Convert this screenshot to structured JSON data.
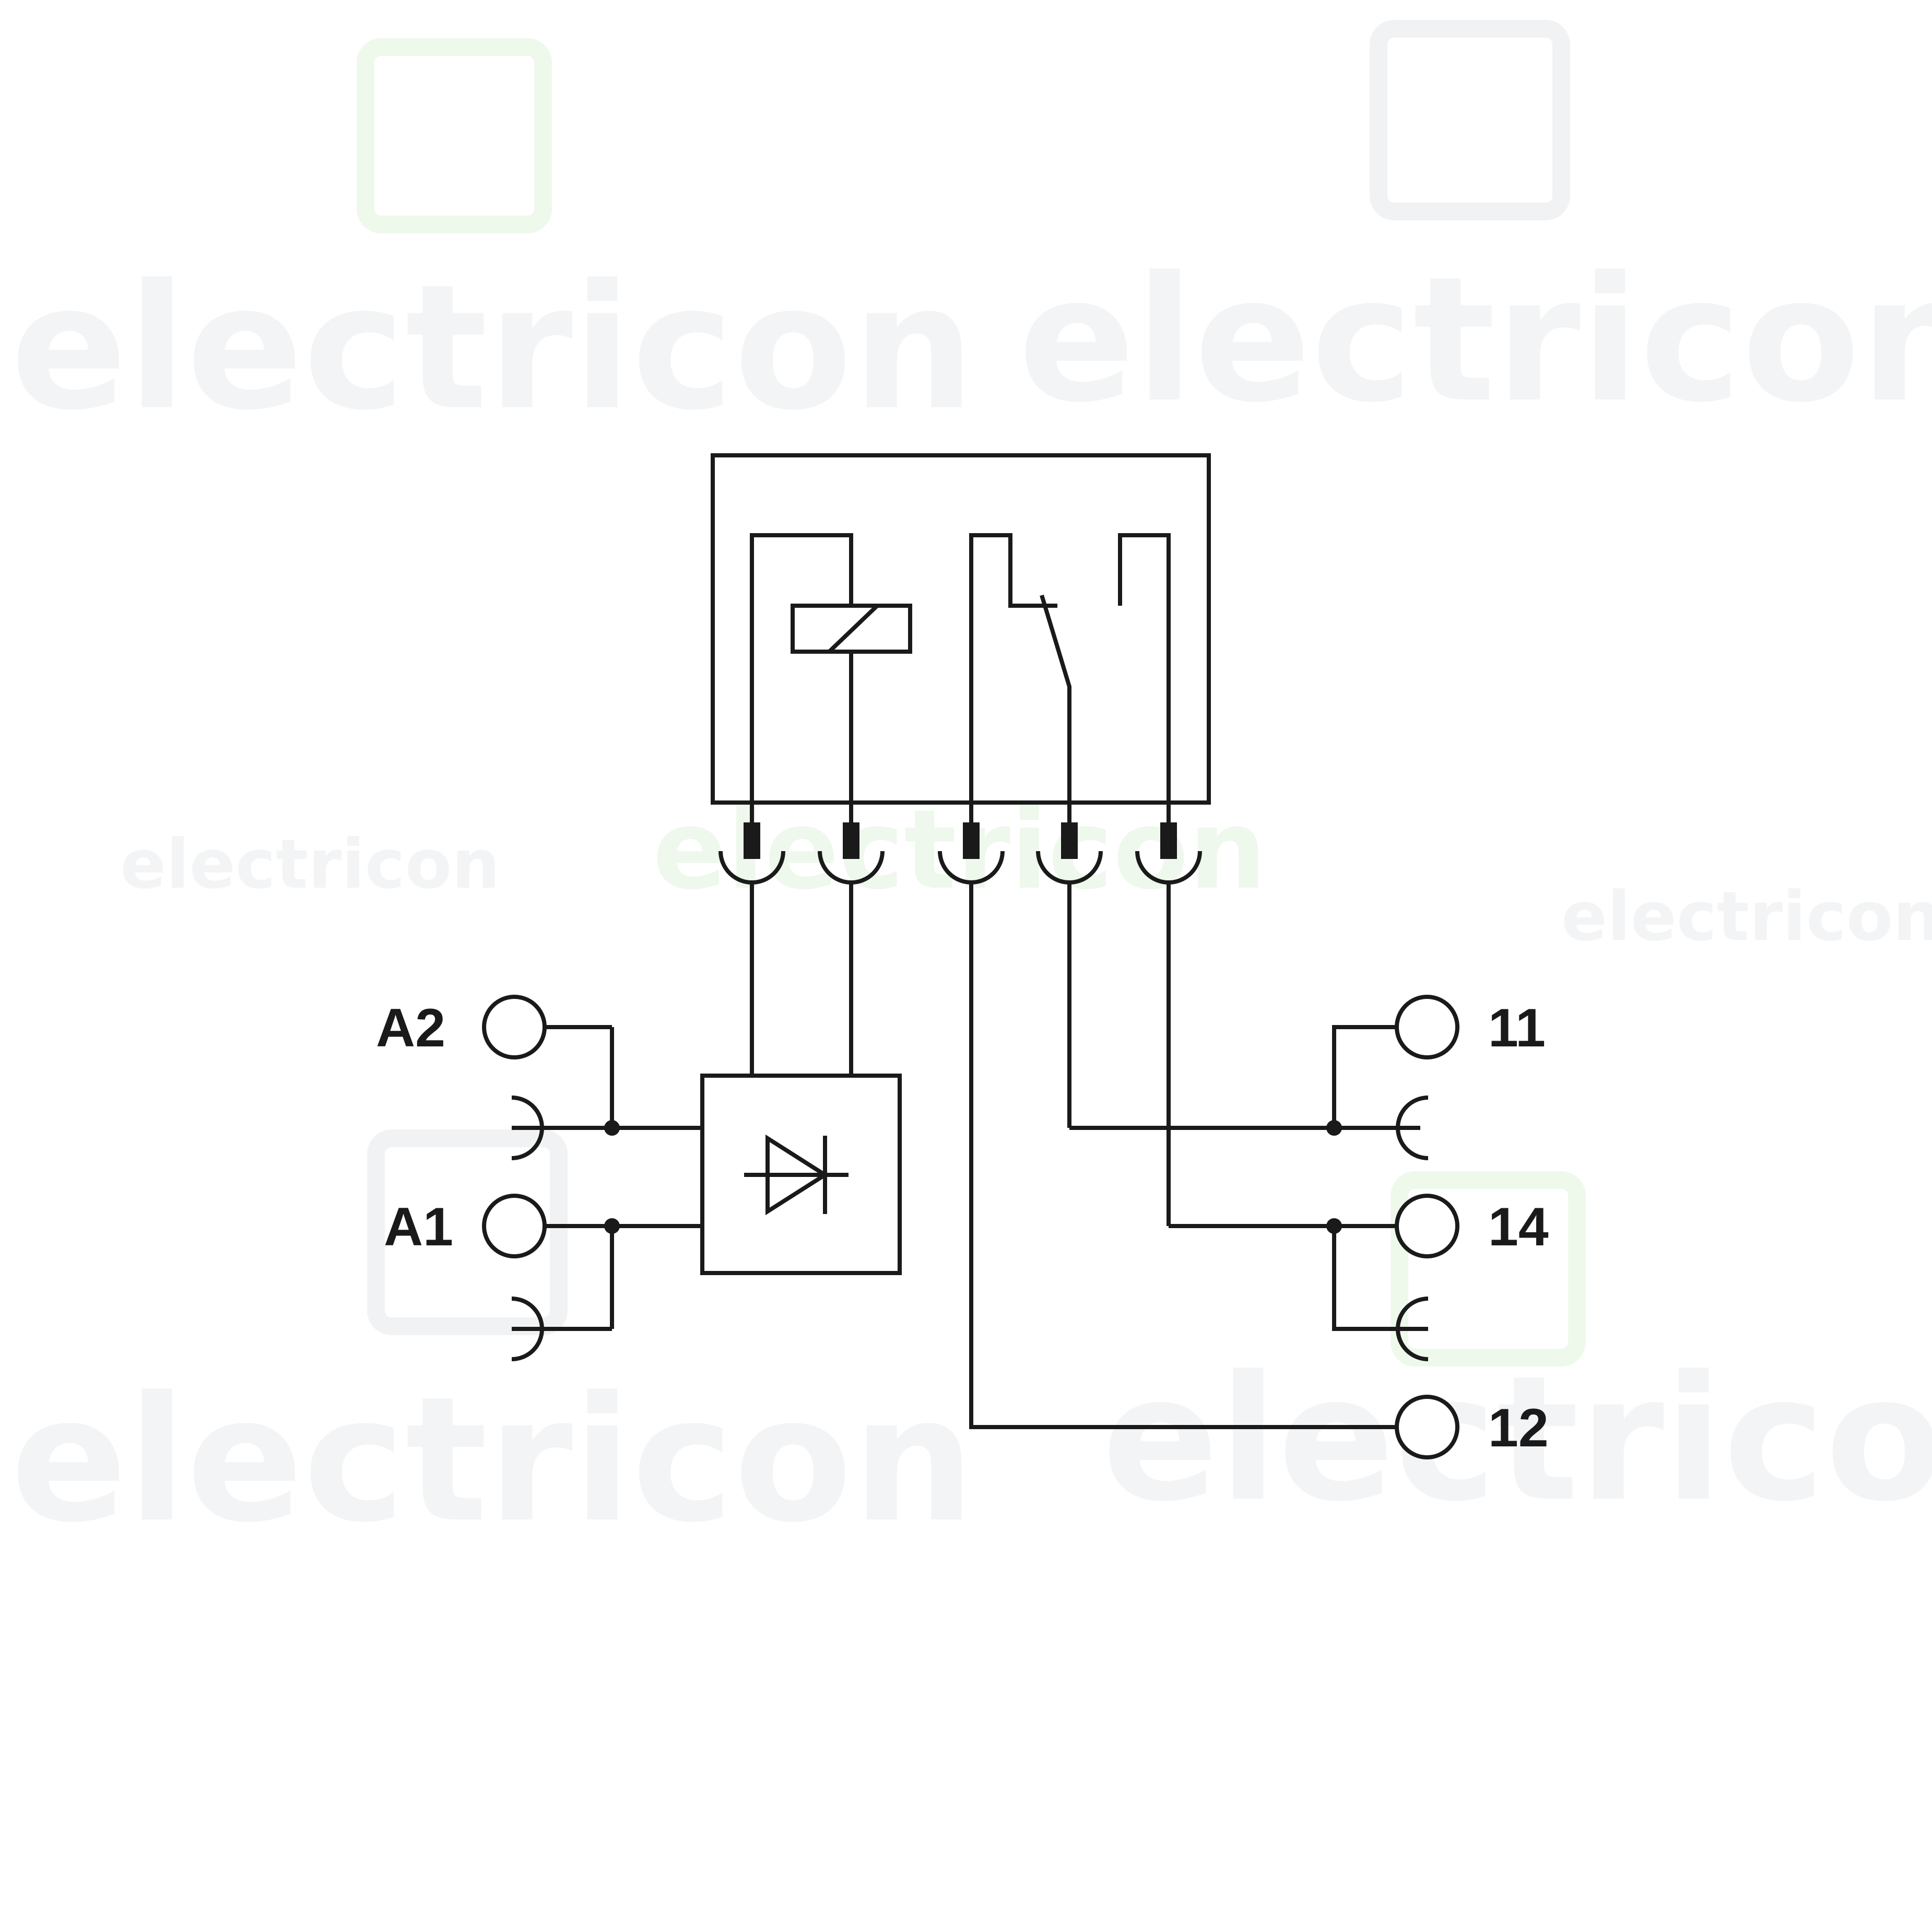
{
  "watermark": {
    "brand": "electricon"
  },
  "terminals": {
    "a2": "A2",
    "a1": "A1",
    "t11": "11",
    "t14": "14",
    "t12": "12"
  },
  "colors": {
    "line": "#1a1a1a",
    "background": "#ffffff",
    "watermark_gray": "#f3f4f5",
    "watermark_green": "#eef8ec"
  }
}
